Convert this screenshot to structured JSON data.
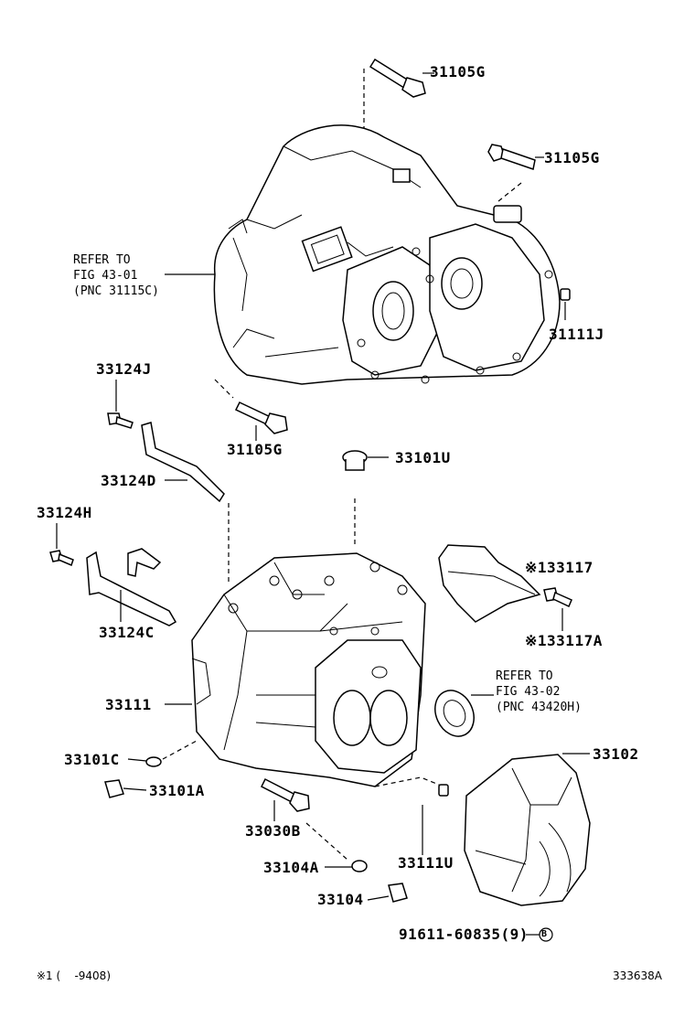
{
  "labels": {
    "p31105G_top": "31105G",
    "p31105G_right": "31105G",
    "p31111J": "31111J",
    "p33124J": "33124J",
    "p31105G_mid": "31105G",
    "p33101U": "33101U",
    "p33124D": "33124D",
    "p33124H": "33124H",
    "p33124C": "33124C",
    "p33117": "※133117",
    "p33117A": "※133117A",
    "p33111": "33111",
    "p33101C": "33101C",
    "p33101A": "33101A",
    "p33102": "33102",
    "p33030B": "33030B",
    "p33104A": "33104A",
    "p33111U": "33111U",
    "p33104": "33104",
    "p91611": "91611-60835(9)"
  },
  "refer1": {
    "line1": "REFER TO",
    "line2": "FIG 43-01",
    "line3": "(PNC 31115C)"
  },
  "refer2": {
    "line1": "REFER TO",
    "line2": "FIG 43-02",
    "line3": "(PNC 43420H)"
  },
  "circled_mark": "B",
  "footer": {
    "note": "※1 (    -9408)",
    "figure_id": "333638A"
  }
}
